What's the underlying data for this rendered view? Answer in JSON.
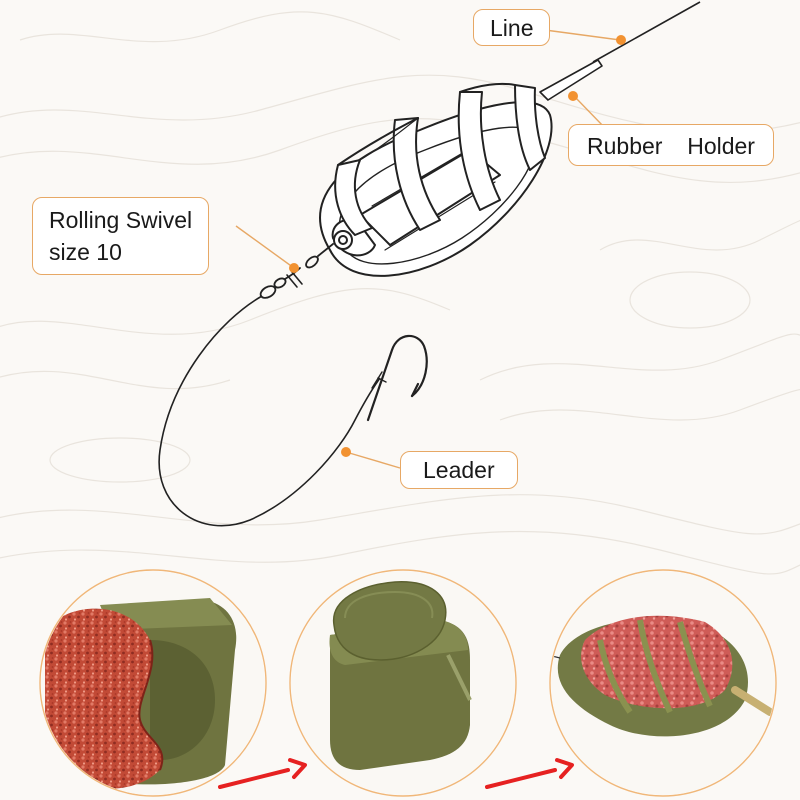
{
  "labels": {
    "line": "Line",
    "rubber_holder": "Rubber  Holder",
    "rolling_swivel_1": "Rolling Swivel",
    "rolling_swivel_2": "size 10",
    "leader": "Leader"
  },
  "colors": {
    "accent": "#f29231",
    "callout_border": "#e7a865",
    "arrow": "#e62121",
    "bait": "#b8402e",
    "mould": "#6f7440"
  },
  "steps": [
    "mould-with-bait",
    "mould-pressed",
    "filled-feeder"
  ]
}
